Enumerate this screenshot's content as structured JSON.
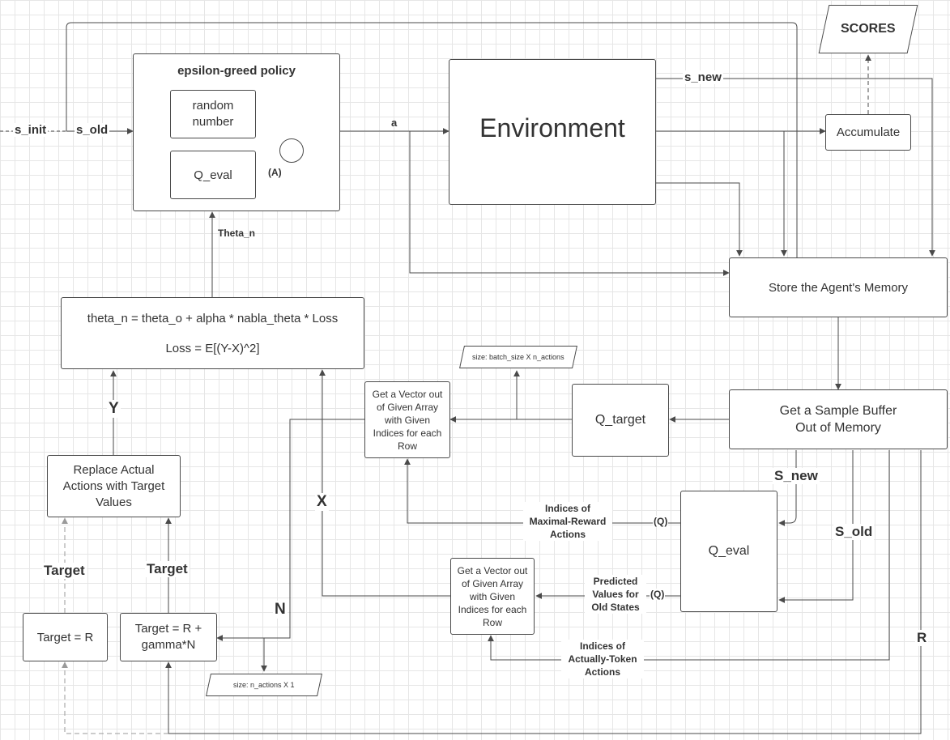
{
  "nodes": {
    "policy_title": "epsilon-greed policy",
    "random_number": "random number",
    "q_eval_policy": "Q_eval",
    "environment": "Environment",
    "scores": "SCORES",
    "accumulate": "Accumulate",
    "store_memory": "Store the Agent's Memory",
    "update_rule": "theta_n = theta_o + alpha * nabla_theta * Loss",
    "loss_formula": "Loss = E[(Y-X)^2]",
    "sample_buffer": "Get a Sample Buffer Out of Memory",
    "q_target": "Q_target",
    "get_vector_top": "Get a Vector out of Given Array with Given Indices for each Row",
    "get_vector_bottom": "Get a Vector out of Given Array with Given Indices for each Row",
    "q_eval_train": "Q_eval",
    "replace_actions": "Replace Actual Actions with Target Values",
    "target_r": "Target = R",
    "target_gamma": "Target = R + gamma*N",
    "size_batch": "size: batch_size X n_actions",
    "size_actions": "size: n_actions X 1"
  },
  "edge_labels": {
    "s_init": "s_init",
    "s_old": "s_old",
    "s_new": "s_new",
    "a": "a",
    "theta_n": "Theta_n",
    "a_paren": "(A)",
    "y": "Y",
    "x": "X",
    "n": "N",
    "target_left": "Target",
    "target_right": "Target",
    "s_new_cap": "S_new",
    "s_old_cap": "S_old",
    "r": "R",
    "q_top": "(Q)",
    "q_bottom": "(Q)",
    "indices_max": "Indices of Maximal-Reward Actions",
    "predicted": "Predicted Values for Old States",
    "indices_taken": "Indices of Actually-Token Actions"
  },
  "colors": {
    "line": "#4a4a4a",
    "dashed_gray": "#9a9a9a",
    "grid": "#e6e6e6"
  }
}
